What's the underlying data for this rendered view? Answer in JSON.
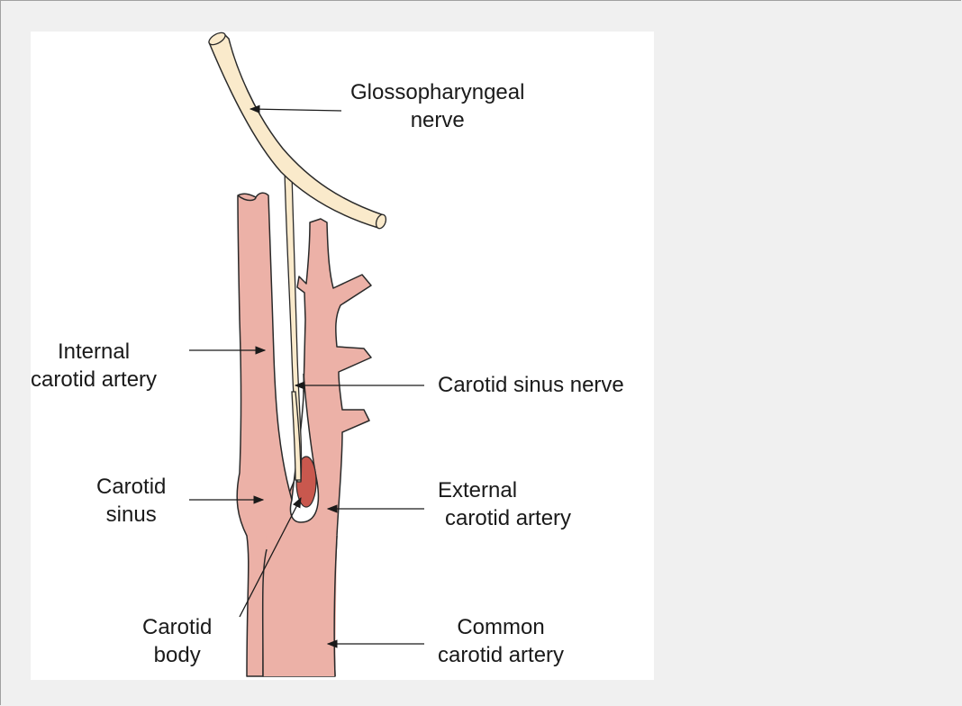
{
  "labels": {
    "glossopharyngeal": [
      "Glossopharyngeal",
      "nerve"
    ],
    "internal_carotid": [
      "Internal",
      "carotid artery"
    ],
    "carotid_sinus_nerve": [
      "Carotid sinus nerve"
    ],
    "carotid_sinus": [
      "Carotid",
      "sinus"
    ],
    "external_carotid": [
      "External",
      "carotid artery"
    ],
    "carotid_body": [
      "Carotid",
      "body"
    ],
    "common_carotid": [
      "Common",
      "carotid artery"
    ]
  },
  "colors": {
    "artery": "#ecb1a7",
    "nerve": "#faeacb",
    "carotid_body": "#c9584e",
    "outline": "#2a2a2a",
    "background_panel": "#ffffff",
    "page": "#f0f0f0"
  }
}
